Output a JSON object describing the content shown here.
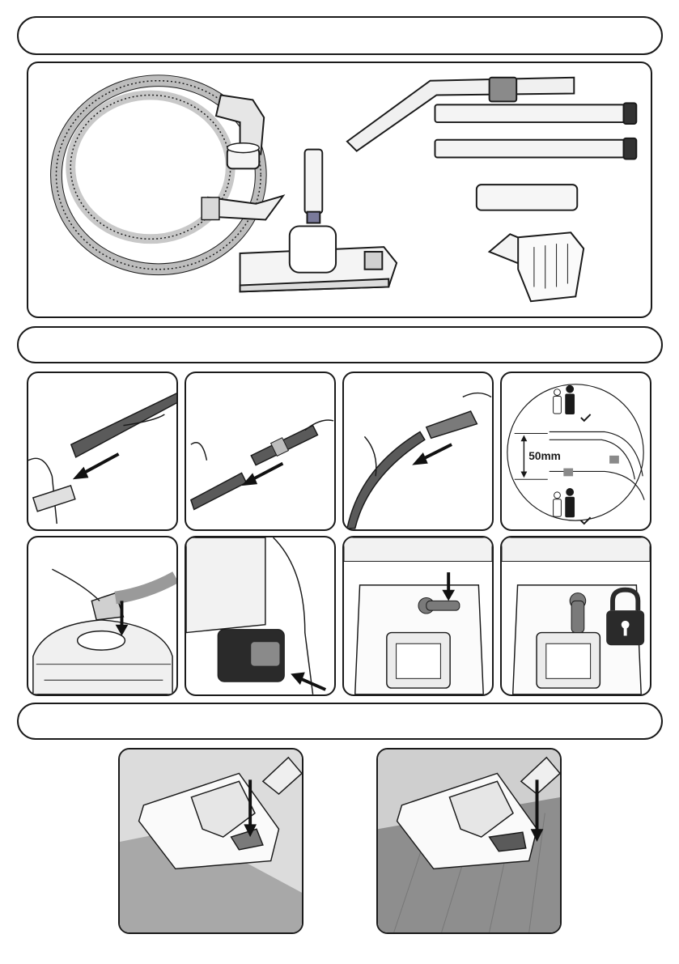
{
  "sections": [
    {
      "id": "components",
      "title": ""
    },
    {
      "id": "assembly",
      "title": ""
    },
    {
      "id": "floor-setting",
      "title": ""
    }
  ],
  "height_adjust": {
    "label": "50mm"
  },
  "colors": {
    "line": "#1a1a1a",
    "tube": "#555555",
    "light_fill": "#f2f2f2",
    "mid_grey": "#9a9a9a"
  }
}
